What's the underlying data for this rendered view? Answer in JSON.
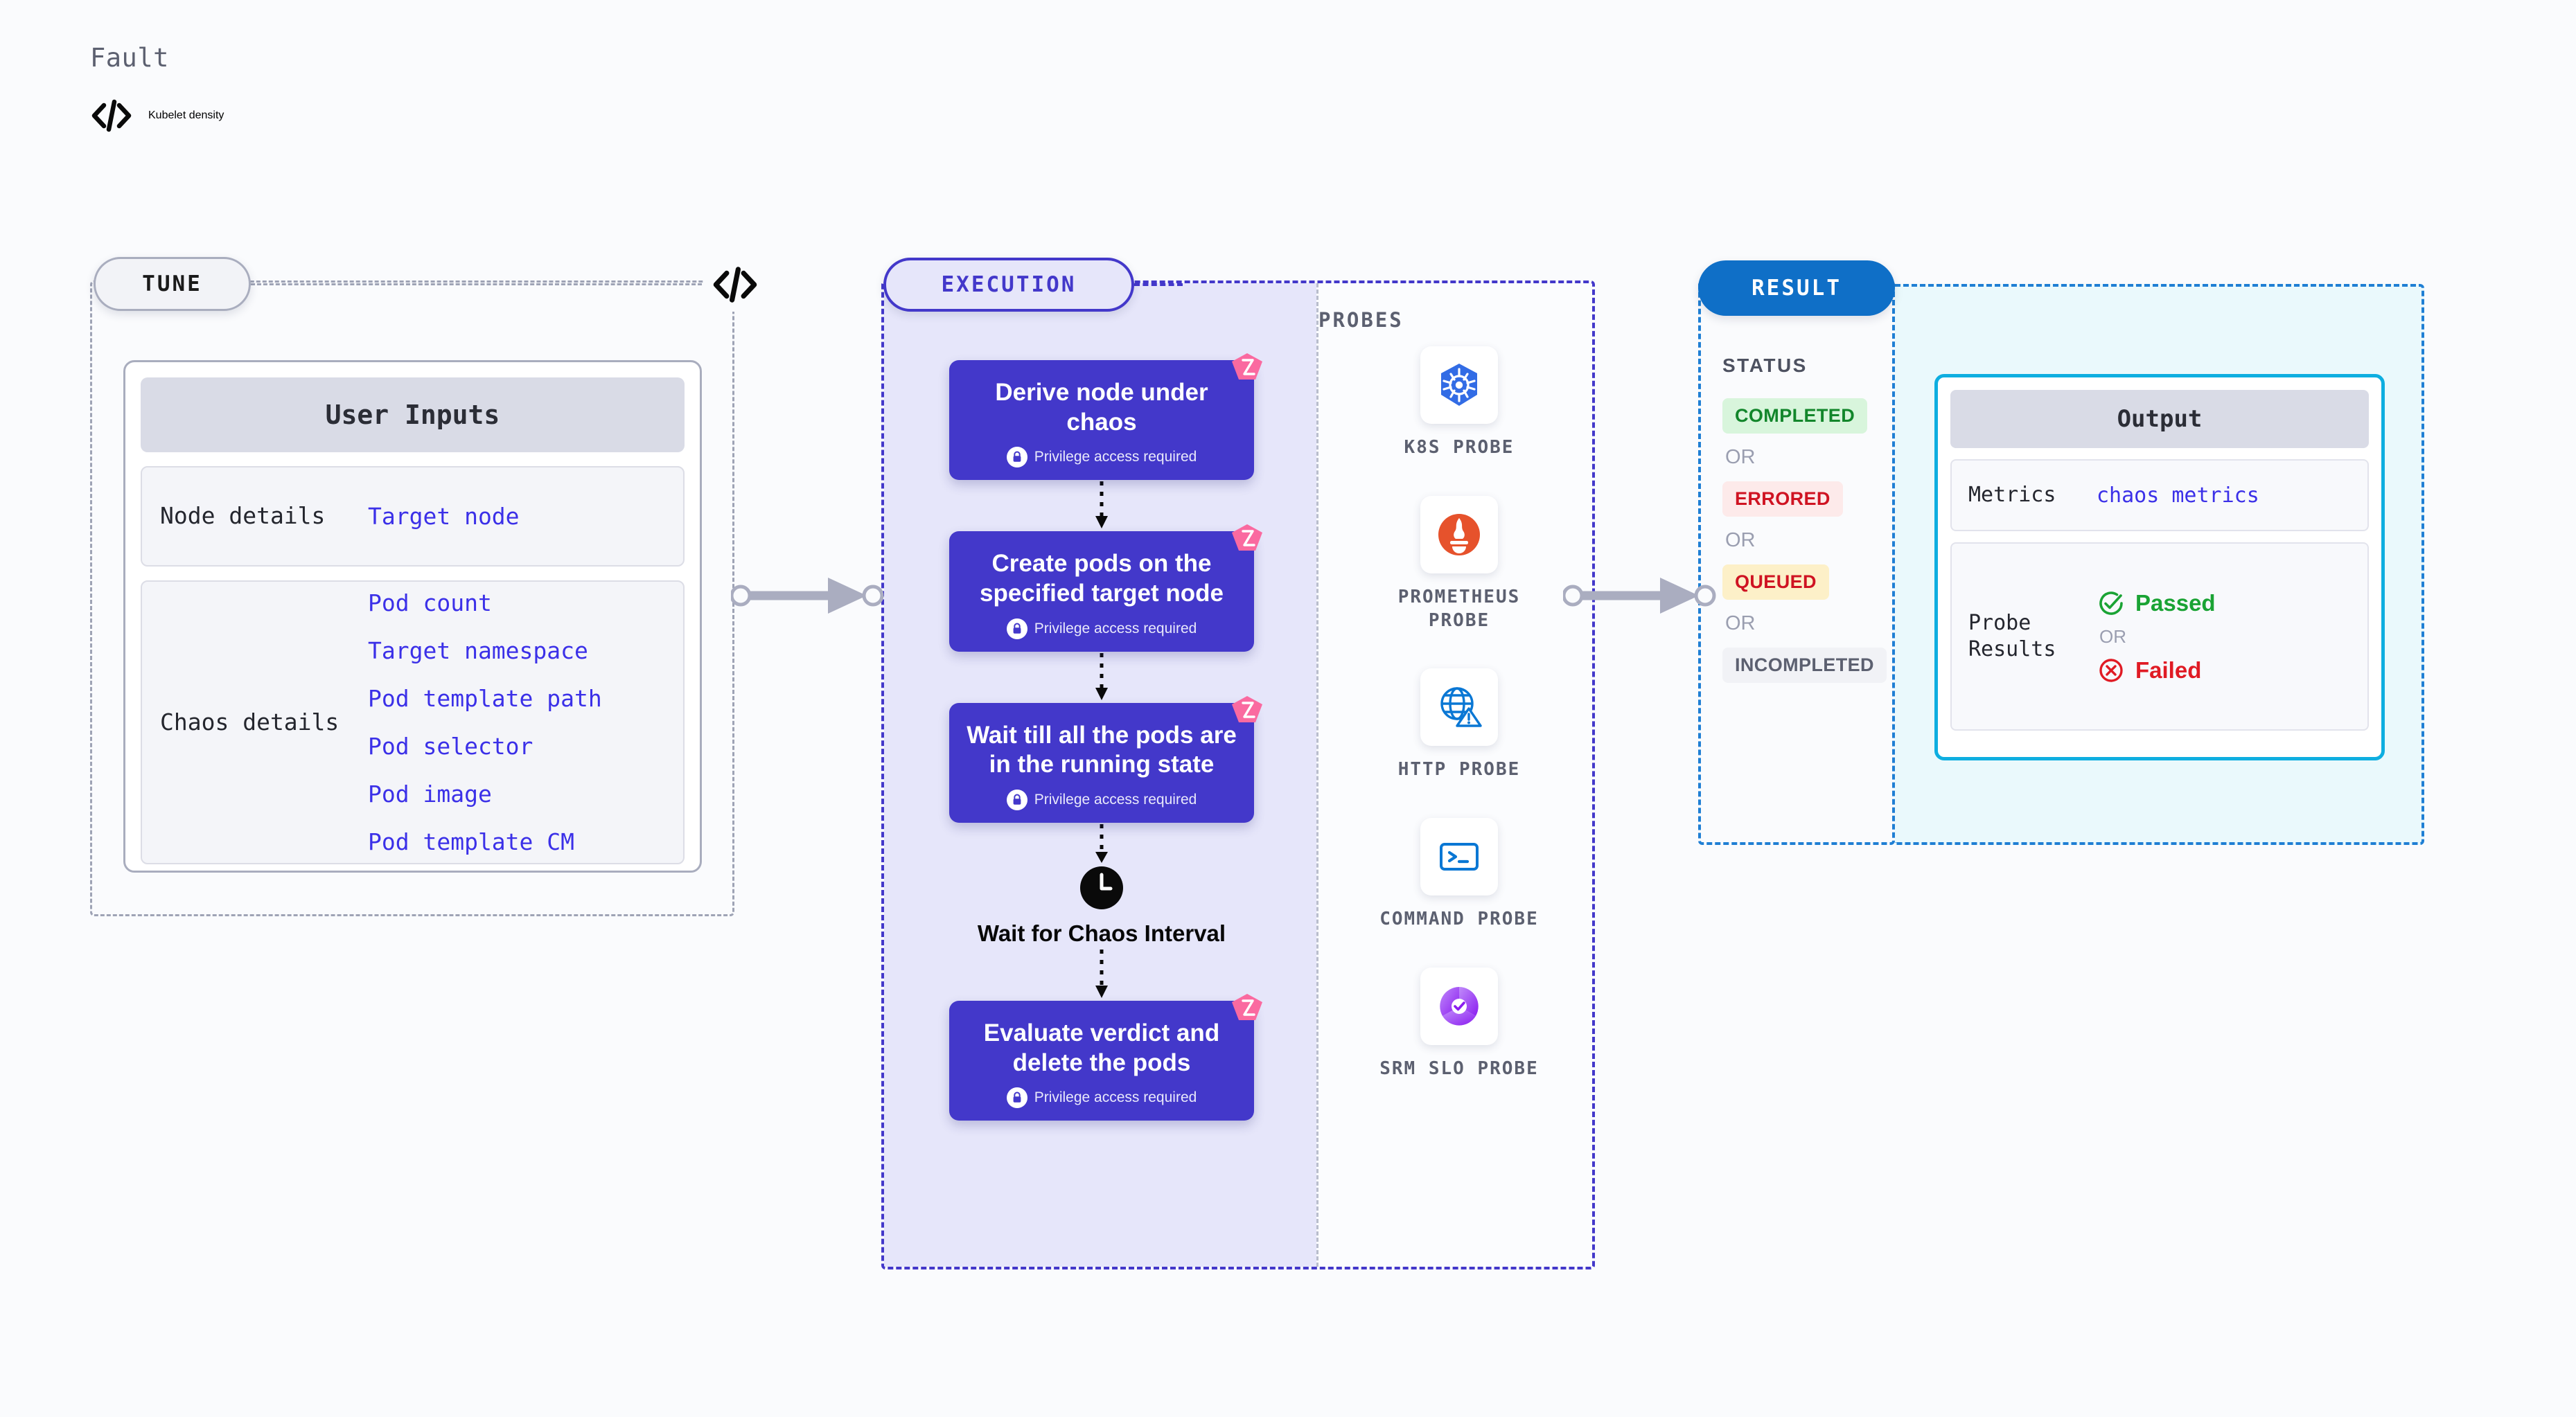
{
  "header": {
    "eyebrow": "Fault",
    "title": "Kubelet density",
    "icon": "code-brackets-icon"
  },
  "tune": {
    "pill_label": "TUNE",
    "line_icon": "code-brackets-icon",
    "card_title": "User Inputs",
    "groups": [
      {
        "label": "Node details",
        "values": [
          "Target node"
        ]
      },
      {
        "label": "Chaos details",
        "values": [
          "Pod count",
          "Target namespace",
          "Pod template path",
          "Pod selector",
          "Pod image",
          "Pod template CM"
        ]
      }
    ]
  },
  "execution": {
    "pill_label": "EXECUTION",
    "steps": [
      {
        "title": "Derive node under chaos",
        "sub": "Privilege access required",
        "icon": "lock-icon",
        "corner": "chaos-logo-icon"
      },
      {
        "title": "Create pods on the specified target node",
        "sub": "Privilege access required",
        "icon": "lock-icon",
        "corner": "chaos-logo-icon"
      },
      {
        "title": "Wait till all the pods are in the running state",
        "sub": "Privilege access required",
        "icon": "lock-icon",
        "corner": "chaos-logo-icon"
      }
    ],
    "wait_node": {
      "label": "Wait for Chaos Interval",
      "icon": "clock-icon"
    },
    "final_step": {
      "title": "Evaluate verdict and delete the pods",
      "sub": "Privilege access required",
      "icon": "lock-icon",
      "corner": "chaos-logo-icon"
    }
  },
  "probes": {
    "section_label": "PROBES",
    "items": [
      {
        "label": "K8S PROBE",
        "icon": "kubernetes-icon"
      },
      {
        "label": "PROMETHEUS PROBE",
        "icon": "prometheus-icon"
      },
      {
        "label": "HTTP PROBE",
        "icon": "globe-alert-icon"
      },
      {
        "label": "COMMAND PROBE",
        "icon": "terminal-icon"
      },
      {
        "label": "SRM SLO PROBE",
        "icon": "srm-slo-icon"
      }
    ]
  },
  "result": {
    "pill_label": "RESULT",
    "status_label": "STATUS",
    "or_label": "OR",
    "statuses": [
      {
        "label": "COMPLETED",
        "bg": "#d8f5dc",
        "color": "#12862b"
      },
      {
        "label": "ERRORED",
        "bg": "#fdeaea",
        "color": "#cf1322"
      },
      {
        "label": "QUEUED",
        "bg": "#fdf0c8",
        "color": "#cf1322"
      },
      {
        "label": "INCOMPLETED",
        "bg": "#f1f2f6",
        "color": "#5c6070"
      }
    ],
    "output": {
      "title": "Output",
      "metrics_label": "Metrics",
      "metrics_value": "chaos metrics",
      "probe_label": "Probe Results",
      "passed": "Passed",
      "failed": "Failed",
      "or_label": "OR",
      "passed_icon": "check-circle-icon",
      "failed_icon": "x-circle-icon"
    }
  },
  "colors": {
    "indigo": "#4338ca",
    "lavender": "#e6e6fa",
    "cyan": "#0eaee0",
    "result_blue": "#0f6fc7",
    "pink": "#fa6aa0",
    "mono_blue": "#3b30e8"
  }
}
